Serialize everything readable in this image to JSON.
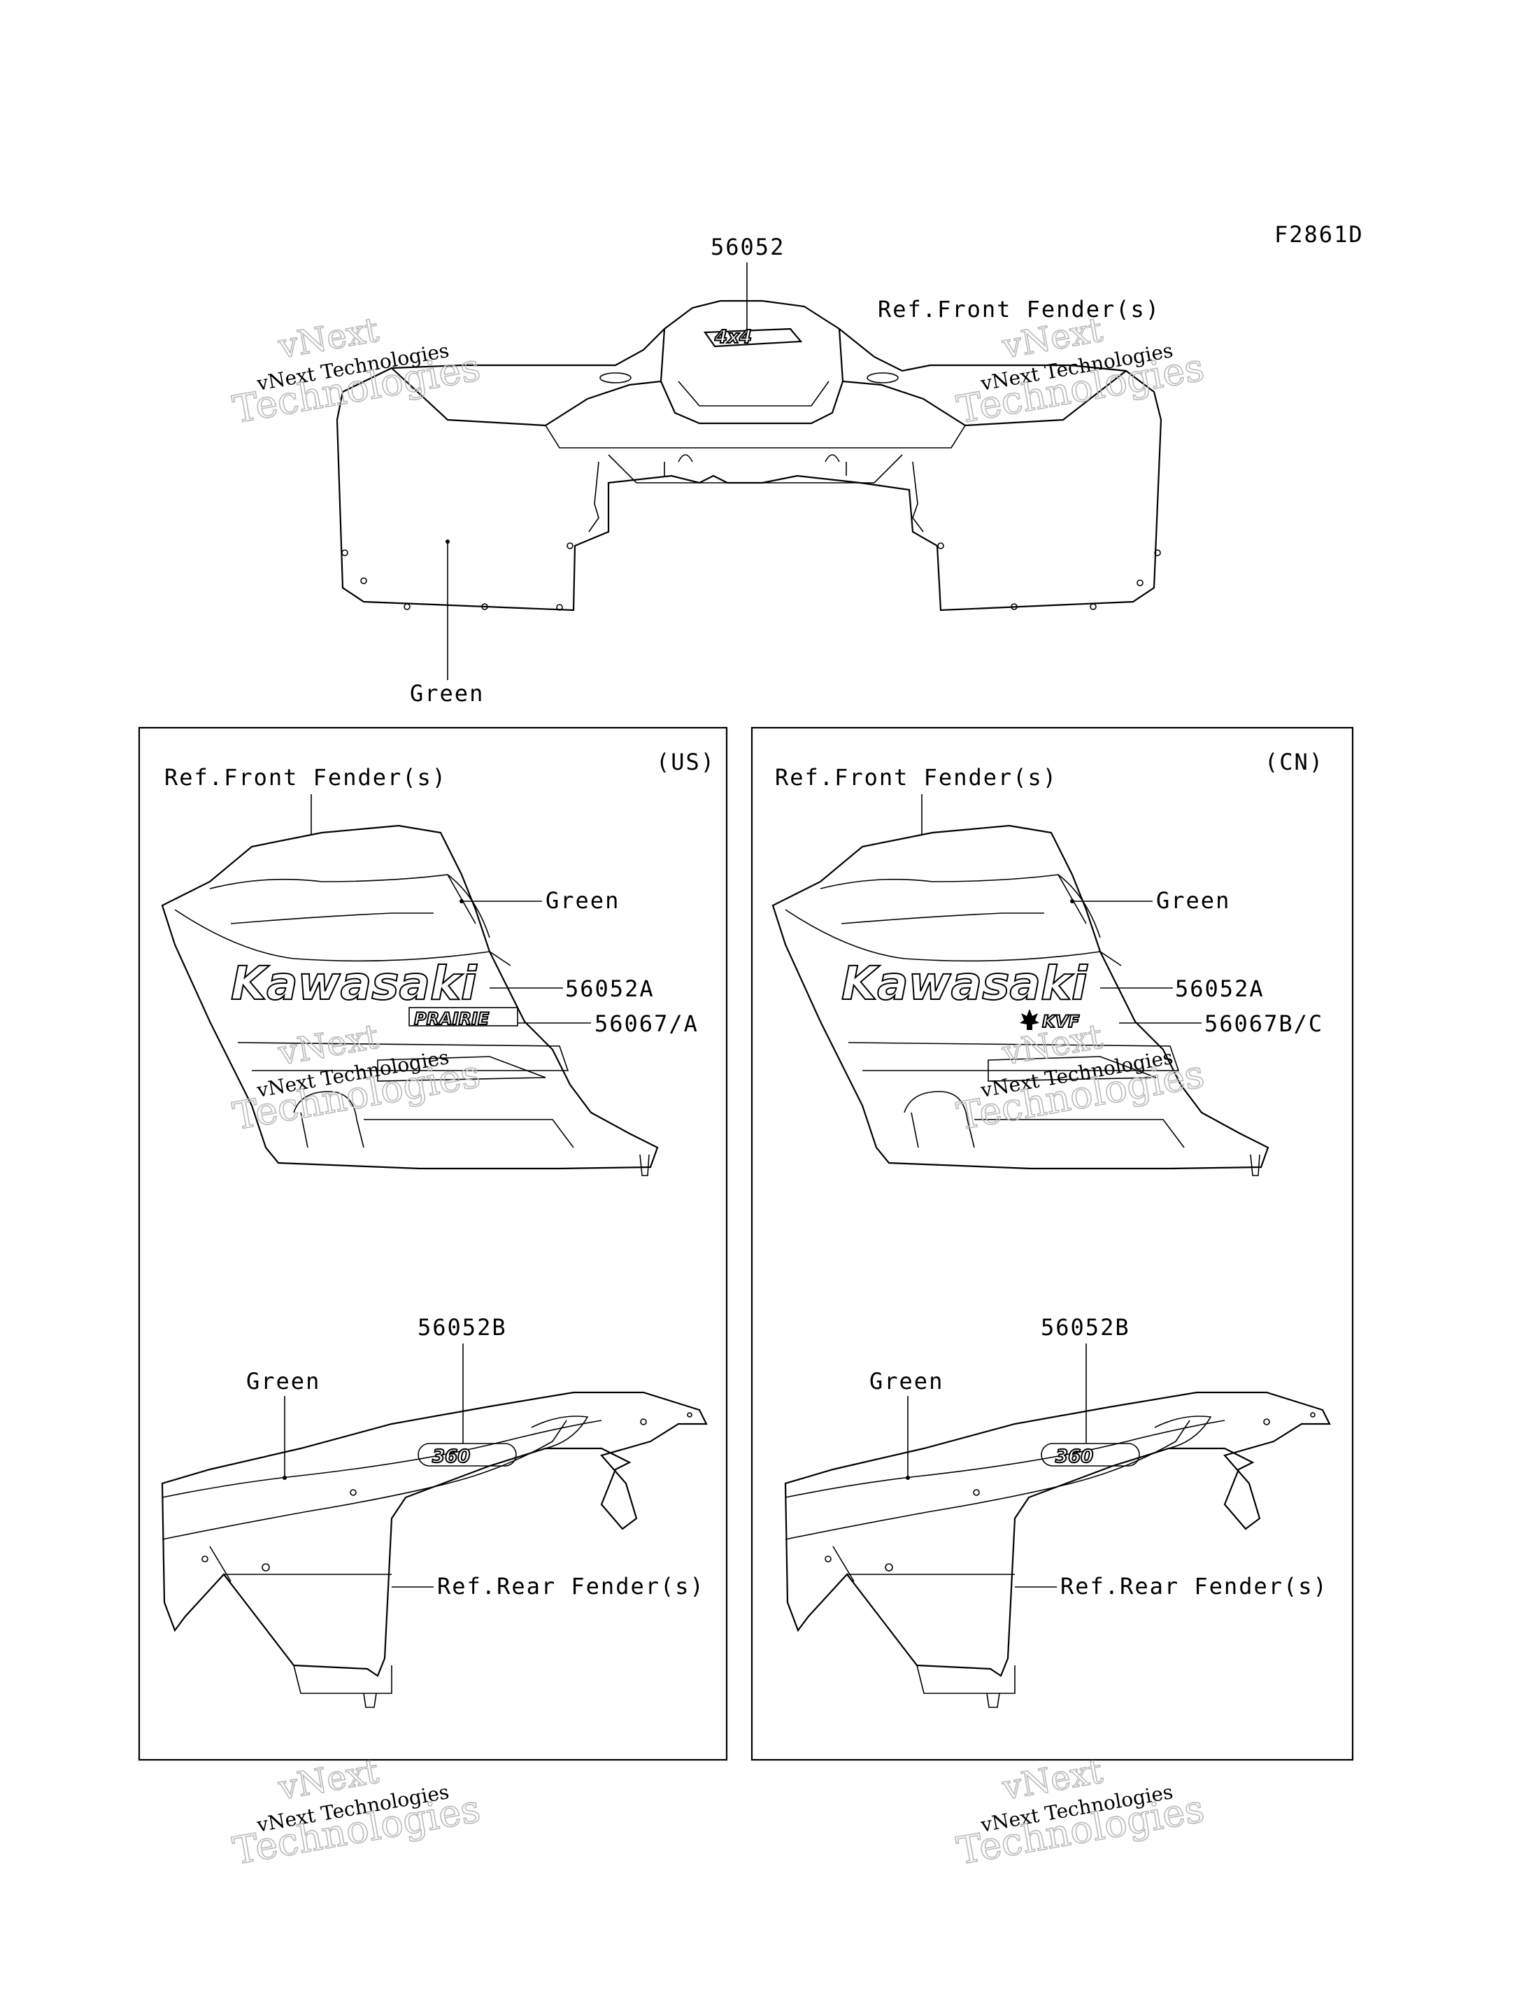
{
  "figure_code": "F2861D",
  "top": {
    "part_number": "56052",
    "ref_label": "Ref.Front Fender(s)",
    "color_label": "Green",
    "emblem_text": "4x4"
  },
  "panel_us": {
    "region": "(US)",
    "ref_front": "Ref.Front Fender(s)",
    "color_front": "Green",
    "part_a": "56052A",
    "part_b": "56067/A",
    "brand_text": "Kawasaki",
    "model_text": "PRAIRIE",
    "color_rear": "Green",
    "part_rear": "56052B",
    "ref_rear": "Ref.Rear Fender(s)",
    "rear_emblem_text": "360"
  },
  "panel_cn": {
    "region": "(CN)",
    "ref_front": "Ref.Front Fender(s)",
    "color_front": "Green",
    "part_a": "56052A",
    "part_b": "56067B/C",
    "brand_text": "Kawasaki",
    "model_text": "KVF",
    "color_rear": "Green",
    "part_rear": "56052B",
    "ref_rear": "Ref.Rear Fender(s)",
    "rear_emblem_text": "360"
  },
  "watermarks": [
    {
      "line1": "vNext",
      "line2": "vNext Technologies",
      "line3": "Technologies"
    },
    {
      "line1": "vNext",
      "line2": "vNext Technologies",
      "line3": "Technologies"
    },
    {
      "line1": "vNext",
      "line2": "vNext Technologies",
      "line3": "Technologies"
    },
    {
      "line1": "vNext",
      "line2": "vNext Technologies",
      "line3": "Technologies"
    },
    {
      "line1": "vNext",
      "line2": "vNext Technologies",
      "line3": "Technologies"
    },
    {
      "line1": "vNext",
      "line2": "vNext Technologies",
      "line3": "Technologies"
    }
  ]
}
